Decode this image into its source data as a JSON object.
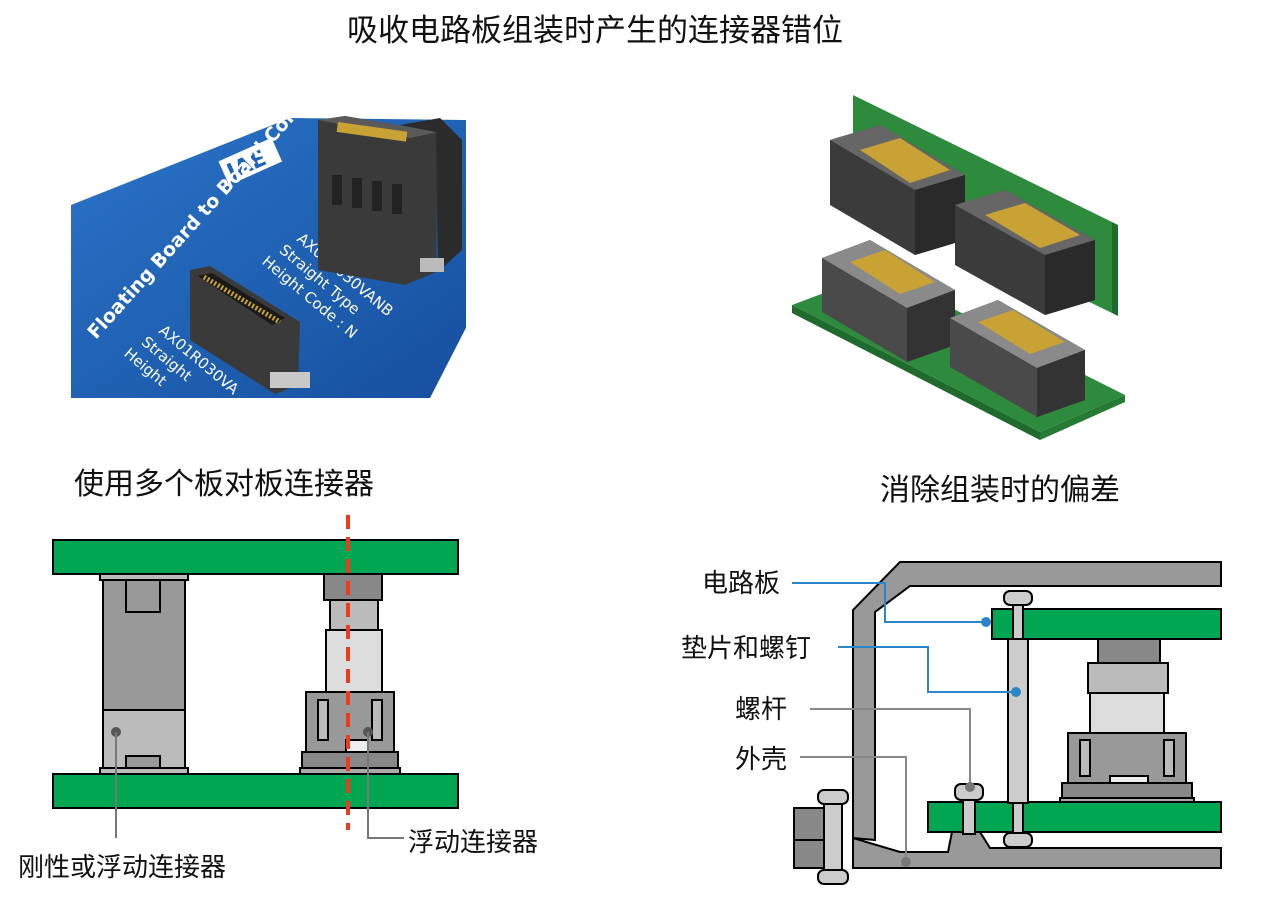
{
  "titles": {
    "main": "吸收电路板组装时产生的连接器错位",
    "left_section": "使用多个板对板连接器",
    "right_section": "消除组装时的偏差"
  },
  "labels": {
    "pcb": "电路板",
    "spacer_and_screw": "垫片和螺钉",
    "bolt": "螺杆",
    "housing": "外壳",
    "floating_connector": "浮动连接器",
    "rigid_or_floating_connector": "刚性或浮动连接器"
  },
  "photo_text": {
    "brand": "JAE",
    "product_name": "Floating Board to Board Con",
    "part_a": "AX01R030VANB",
    "part_a_type": "Straight Type",
    "part_a_height": "Height Code : N",
    "part_b": "AX01R030VA",
    "part_b_type": "Straight",
    "part_b_height": "Height"
  },
  "colors": {
    "pcb_green": "#00a651",
    "photo_blue": "#1f63b8",
    "alignment_line": "#ee3b1f",
    "leader_blue": "#2a86c8",
    "leader_gray": "#888888",
    "housing_gray": "#999999"
  }
}
